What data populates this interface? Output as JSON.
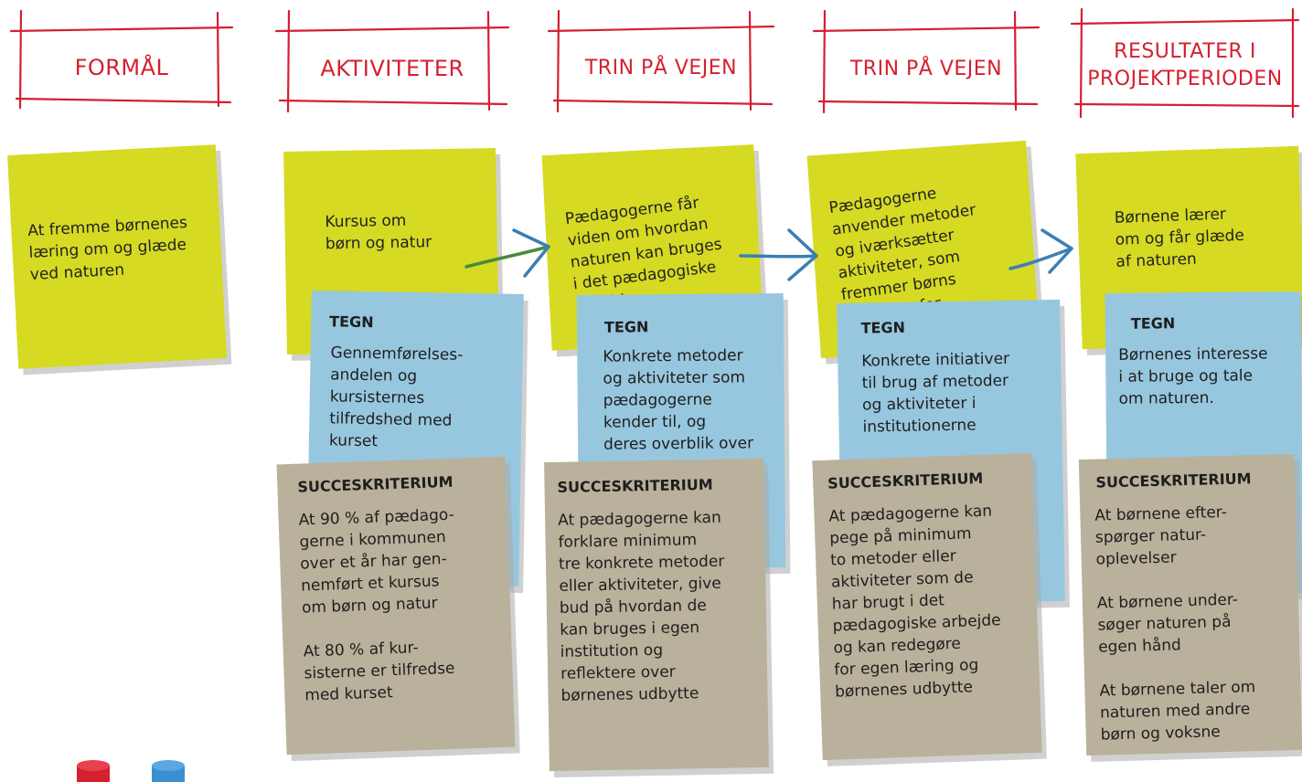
{
  "headers": [
    {
      "text": "FORMÅL"
    },
    {
      "text": "AKTIVITETER"
    },
    {
      "text": "TRIN PÅ VEJEN"
    },
    {
      "text": "TRIN PÅ VEJEN"
    },
    {
      "text": "RESULTATER I\nPROJEKTPERIODEN"
    }
  ],
  "columns": [
    {
      "note": "At fremme børnenes\nlæring om og glæde\nved naturen"
    },
    {
      "note": "Kursus om\nbørn og natur",
      "tegn_heading": "TEGN",
      "tegn_text": "Gennemførelses-\nandelen og\nkursisternes\ntilfredshed med\nkurset",
      "succes_heading": "SUCCESKRITERIUM",
      "succes_text": "At 90 % af pædago-\ngerne i kommunen\nover et år har gen-\nnemført et kursus\nom børn og natur\n\nAt 80 % af kur-\nsisterne er tilfredse\nmed kurset"
    },
    {
      "note": "Pædagogerne får\nviden om hvordan\nnaturen kan bruges\ni det pædagogiske\narbejde",
      "tegn_heading": "TEGN",
      "tegn_text": "Konkrete metoder\nog aktiviteter som\npædagogerne\nkender til, og\nderes overblik over",
      "succes_heading": "SUCCESKRITERIUM",
      "succes_text": "At pædagogerne kan\nforklare minimum\ntre konkrete metoder\neller aktiviteter, give\nbud på hvordan de\nkan bruges i egen\ninstitution og\nreflektere over\nbørnenes udbytte"
    },
    {
      "note": "Pædagogerne\nanvender metoder\nog iværksætter\naktiviteter, som\nfremmer børns\ninteresse for",
      "tegn_heading": "TEGN",
      "tegn_text": "Konkrete initiativer\ntil brug af metoder\nog aktiviteter i\ninstitutionerne",
      "succes_heading": "SUCCESKRITERIUM",
      "succes_text": "At pædagogerne kan\npege på minimum\nto metoder eller\naktiviteter som de\nhar brugt i det\npædagogiske arbejde\nog kan redegøre\nfor egen læring og\nbørnenes udbytte"
    },
    {
      "note": "Børnene lærer\nom og får glæde\naf naturen",
      "tegn_heading": "TEGN",
      "tegn_text": "Børnenes interesse\ni at bruge og tale\nom naturen.",
      "succes_heading": "SUCCESKRITERIUM",
      "succes_text": "At børnene efter-\nspørger natur-\noplevelser\n\nAt børnene under-\nsøger naturen på\negen hånd\n\nAt børnene taler om\nnaturen med andre\nbørn og voksne"
    }
  ],
  "colors": {
    "header_red": "#d4202f",
    "yellow_note": "#d6da22",
    "blue_note": "#97c7de",
    "taupe_note": "#b9b19b",
    "arrow_blue": "#3a7fb5",
    "arrow_green": "#4b8a3c"
  }
}
